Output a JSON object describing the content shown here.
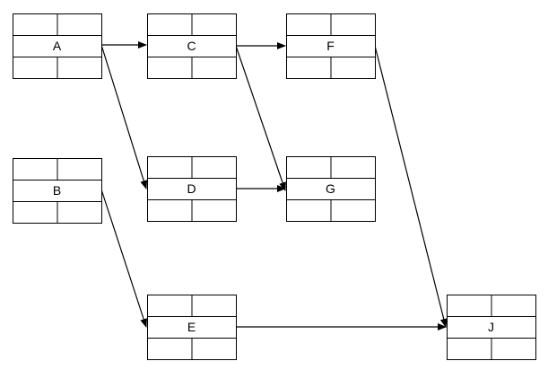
{
  "diagram": {
    "type": "activity-on-node network",
    "colors": {
      "line": "#000000",
      "box_fill": "#ffffff",
      "text": "#000000"
    },
    "nodes": [
      {
        "id": "A",
        "label": "A"
      },
      {
        "id": "B",
        "label": "B"
      },
      {
        "id": "C",
        "label": "C"
      },
      {
        "id": "D",
        "label": "D"
      },
      {
        "id": "E",
        "label": "E"
      },
      {
        "id": "F",
        "label": "F"
      },
      {
        "id": "G",
        "label": "G"
      },
      {
        "id": "J",
        "label": "J"
      }
    ],
    "edges": [
      {
        "from": "A",
        "to": "C"
      },
      {
        "from": "A",
        "to": "D"
      },
      {
        "from": "C",
        "to": "F"
      },
      {
        "from": "C",
        "to": "G"
      },
      {
        "from": "D",
        "to": "G"
      },
      {
        "from": "B",
        "to": "E"
      },
      {
        "from": "E",
        "to": "J"
      },
      {
        "from": "F",
        "to": "J"
      }
    ]
  }
}
